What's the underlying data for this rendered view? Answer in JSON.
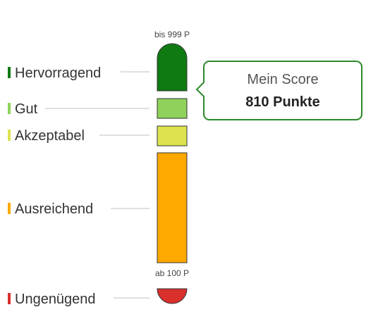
{
  "scale": {
    "top_label": "bis 999 P",
    "bottom_label": "ab 100 P",
    "levels": [
      {
        "name": "Hervorragend",
        "color": "#0f7a12"
      },
      {
        "name": "Gut",
        "color": "#8fd15a"
      },
      {
        "name": "Akzeptabel",
        "color": "#dde34f"
      },
      {
        "name": "Ausreichend",
        "color": "#ffa800"
      },
      {
        "name": "Ungenügend",
        "color": "#d9302c"
      }
    ]
  },
  "score": {
    "title": "Mein Score",
    "value": "810 Punkte",
    "border_color": "#2a8a2a"
  }
}
